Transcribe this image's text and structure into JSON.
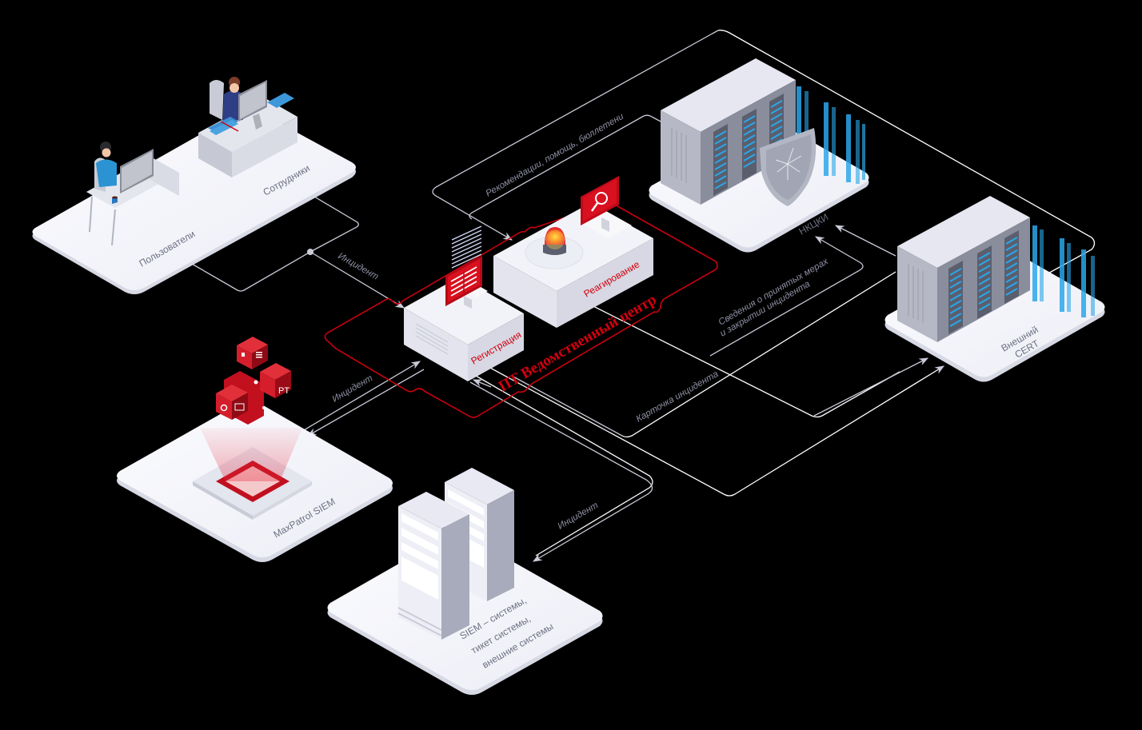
{
  "title": "ПТ Ведомственный центр",
  "colors": {
    "background": "#000000",
    "platform": "#f3f4fa",
    "accent_red": "#d4000f",
    "line": "#c9cbd8",
    "screen_blue": "#2aa7ea"
  },
  "nodes": {
    "users_platform": {
      "label_users": "Пользователи",
      "label_employees": "Сотрудники"
    },
    "center": {
      "title": "ПТ Ведомственный центр",
      "registration": "Регистрация",
      "response": "Реагирование"
    },
    "nkcki": {
      "label": "НКЦКИ"
    },
    "external_cert": {
      "label_line1": "Внешний",
      "label_line2": "CERT"
    },
    "maxpatrol": {
      "label": "MaxPatrol SIEM",
      "cube_text": "PT"
    },
    "siem_systems": {
      "label_line1": "SIEM – системы,",
      "label_line2": "тикет системы,",
      "label_line3": "внешние системы"
    }
  },
  "edges": {
    "users_to_registration": "Инцидент",
    "maxpatrol_registration": "Инцидент",
    "siem_registration": "Инцидент",
    "recommendations": "Рекомендации, помощь, бюллетени",
    "measures_info_line1": "Сведения о принятых мерах",
    "measures_info_line2": "и закрытии инцидента",
    "incident_card": "Карточка инцидента"
  },
  "icons": [
    "desk-user-icon",
    "desk-employee-icon",
    "server-rack-icon",
    "shield-circuit-icon",
    "siren-icon",
    "search-monitor-icon",
    "document-monitor-icon",
    "red-cubes-icon",
    "tower-server-icon"
  ]
}
